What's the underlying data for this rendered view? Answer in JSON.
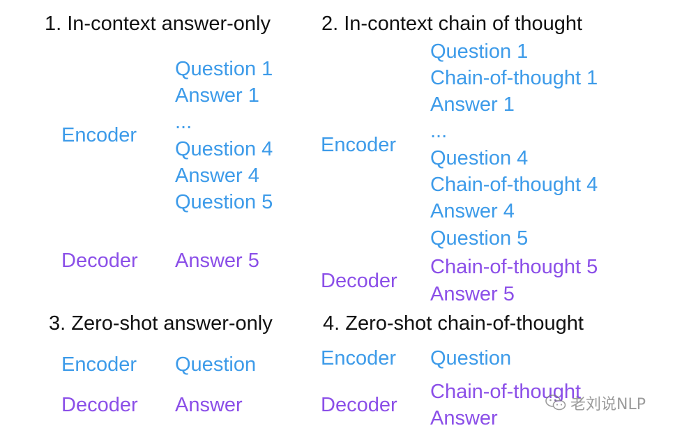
{
  "panel1": {
    "title": "1. In-context answer-only",
    "encoder_label": "Encoder",
    "decoder_label": "Decoder",
    "encoder_lines": [
      "Question 1",
      "Answer 1",
      "...",
      "Question 4",
      "Answer 4",
      "Question 5"
    ],
    "decoder_lines": [
      "Answer 5"
    ]
  },
  "panel2": {
    "title": "2. In-context chain of thought",
    "encoder_label": "Encoder",
    "decoder_label": "Decoder",
    "encoder_lines": [
      "Question 1",
      "Chain-of-thought 1",
      "Answer 1",
      "...",
      "Question 4",
      "Chain-of-thought 4",
      "Answer 4",
      "Question 5"
    ],
    "decoder_lines": [
      "Chain-of-thought 5",
      "Answer 5"
    ]
  },
  "panel3": {
    "title": "3. Zero-shot answer-only",
    "encoder_label": "Encoder",
    "decoder_label": "Decoder",
    "encoder_lines": [
      "Question"
    ],
    "decoder_lines": [
      "Answer"
    ]
  },
  "panel4": {
    "title": "4. Zero-shot chain-of-thought",
    "encoder_label": "Encoder",
    "decoder_label": "Decoder",
    "encoder_lines": [
      "Question"
    ],
    "decoder_lines": [
      "Chain-of-thought",
      "Answer"
    ]
  },
  "watermark": {
    "text": "老刘说NLP",
    "icon": "wechat-icon"
  },
  "colors": {
    "title": "#111111",
    "encoder": "#3d9be9",
    "decoder": "#8b4fe8"
  }
}
